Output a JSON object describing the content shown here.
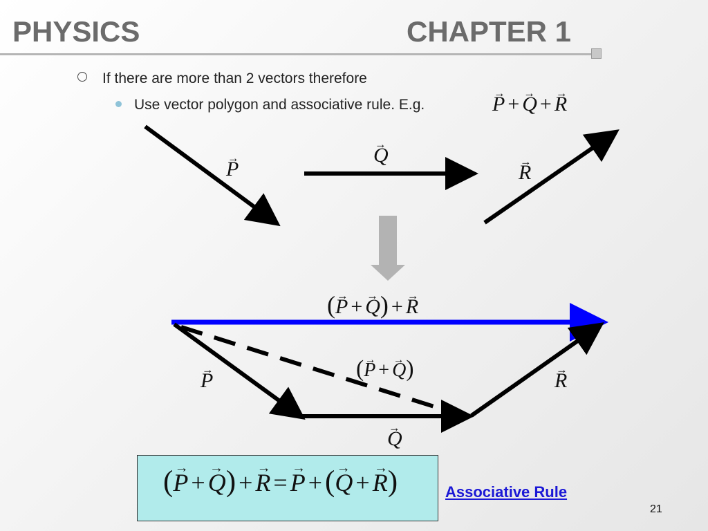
{
  "header": {
    "left": "PHYSICS",
    "right": "CHAPTER 1"
  },
  "bullets": {
    "level1": "If there are more than 2 vectors therefore",
    "level2": "Use vector polygon and associative rule. E.g."
  },
  "vectors": {
    "p": "P",
    "q": "Q",
    "r": "R"
  },
  "operators": {
    "plus": "+",
    "equals": "="
  },
  "box_label": "Associative Rule",
  "page_number": "21",
  "colors": {
    "resultant": "#0000ff",
    "vector": "#000000",
    "box": "#b1ebeb",
    "label": "#1b18d6",
    "down_arrow": "#b3b3b3"
  }
}
